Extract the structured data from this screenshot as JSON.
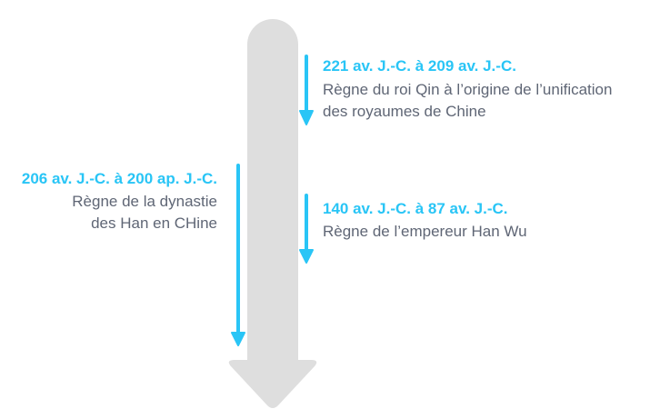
{
  "colors": {
    "timeline": "#dedede",
    "accent": "#29c5f6",
    "text": "#5f6675"
  },
  "timeline": {
    "icon": "down-arrow-timeline"
  },
  "events": [
    {
      "date": "221 av. J.-C. à 209 av. J.-C.",
      "description_lines": [
        "Règne du roi Qin à l’origine de l’unification",
        "des royaumes de Chine"
      ],
      "side": "right",
      "icon": "arrow-down-icon"
    },
    {
      "date": "206 av. J.-C. à 200 ap. J.-C.",
      "description_lines": [
        "Règne de la dynastie",
        "des Han en CHine"
      ],
      "side": "left",
      "icon": "arrow-down-icon"
    },
    {
      "date": "140 av. J.-C. à 87 av. J.-C.",
      "description_lines": [
        "Règne de l’empereur Han Wu"
      ],
      "side": "right",
      "icon": "arrow-down-icon"
    }
  ]
}
